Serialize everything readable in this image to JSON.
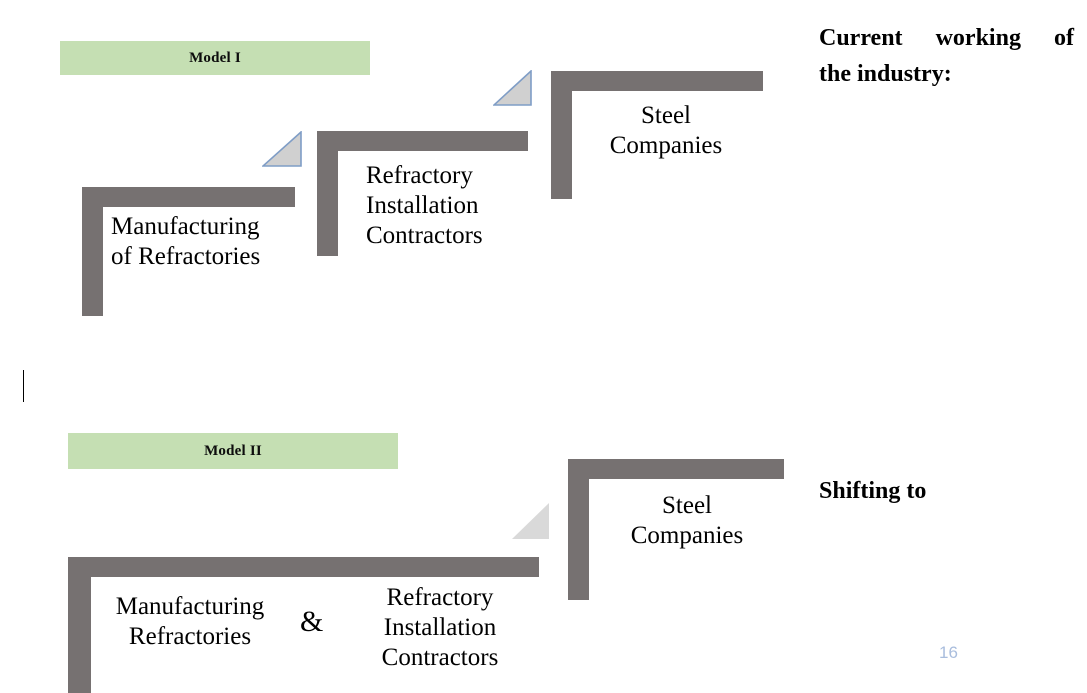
{
  "slide": {
    "number": "16",
    "background_color": "#ffffff",
    "bracket_color": "#767171",
    "banner_color": "#c5dfb3",
    "slide_number_color": "#a9bddd"
  },
  "headings": {
    "current": {
      "line1": "Current working of",
      "line2": "the industry:"
    },
    "shifting": "Shifting to"
  },
  "models": [
    {
      "banner_label": "Model I",
      "nodes": [
        {
          "name": "manufacturing",
          "label": "Manufacturing\nof Refractories"
        },
        {
          "name": "installation",
          "label": "Refractory\nInstallation\nContractors"
        },
        {
          "name": "steel",
          "label": "Steel\nCompanies"
        }
      ]
    },
    {
      "banner_label": "Model II",
      "nodes": [
        {
          "name": "manufacturing",
          "label": "Manufacturing\nRefractories"
        },
        {
          "name": "ampersand",
          "label": "&"
        },
        {
          "name": "installation",
          "label": "Refractory\nInstallation\nContractors"
        },
        {
          "name": "steel",
          "label": "Steel\nCompanies"
        }
      ]
    }
  ],
  "shapes": {
    "triangle_fill": "#d0d0d0",
    "triangle_fill_plain": "#d9d9d9",
    "triangle_stroke": "#7f9dc6"
  }
}
